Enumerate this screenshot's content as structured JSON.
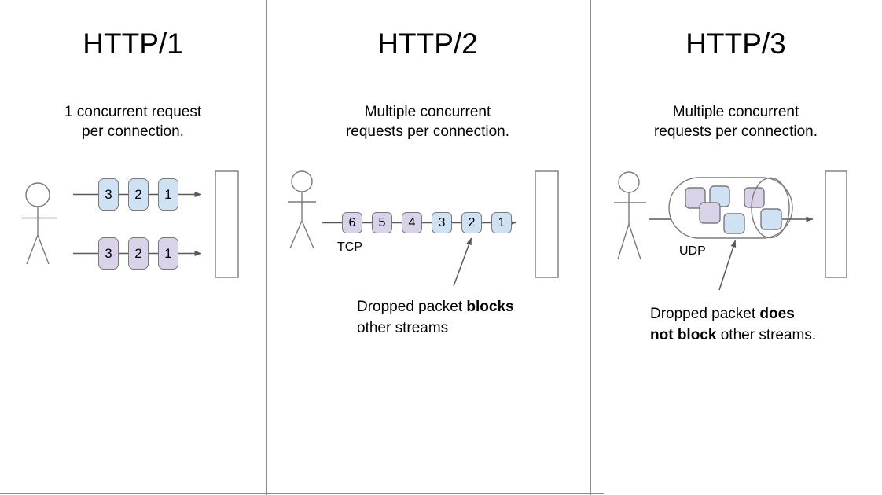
{
  "colors": {
    "packet_blue": "#cfe2f3",
    "packet_purple": "#d9d2e9",
    "outline_gray": "#7a7a7a",
    "arrow_gray": "#595959",
    "divider_gray": "#8c8c8c",
    "text": "#000000"
  },
  "columns": [
    {
      "id": "http1",
      "title": "HTTP/1",
      "subtitle": "1 concurrent request\nper connection.",
      "rows": [
        {
          "packets": [
            {
              "label": "3",
              "color": "blue"
            },
            {
              "label": "2",
              "color": "blue"
            },
            {
              "label": "1",
              "color": "blue"
            }
          ]
        },
        {
          "packets": [
            {
              "label": "3",
              "color": "purple"
            },
            {
              "label": "2",
              "color": "purple"
            },
            {
              "label": "1",
              "color": "purple"
            }
          ]
        }
      ]
    },
    {
      "id": "http2",
      "title": "HTTP/2",
      "subtitle": "Multiple concurrent\nrequests per connection.",
      "protocol_label": "TCP",
      "packets": [
        {
          "label": "6",
          "color": "purple"
        },
        {
          "label": "5",
          "color": "purple"
        },
        {
          "label": "4",
          "color": "purple"
        },
        {
          "label": "3",
          "color": "blue"
        },
        {
          "label": "2",
          "color": "blue"
        },
        {
          "label": "1",
          "color": "blue"
        }
      ],
      "annotation": {
        "line1_normal": "Dropped packet ",
        "line1_bold": "blocks",
        "line2_normal": "other streams"
      }
    },
    {
      "id": "http3",
      "title": "HTTP/3",
      "subtitle": "Multiple concurrent\nrequests per connection.",
      "protocol_label": "UDP",
      "packets": [
        {
          "color": "purple"
        },
        {
          "color": "blue"
        },
        {
          "color": "purple"
        },
        {
          "color": "blue"
        },
        {
          "color": "purple"
        },
        {
          "color": "blue"
        }
      ],
      "annotation": {
        "line1_normal": "Dropped packet ",
        "line1_bold": "does",
        "line2_bold": "not block",
        "line2_normal": " other streams."
      }
    }
  ]
}
